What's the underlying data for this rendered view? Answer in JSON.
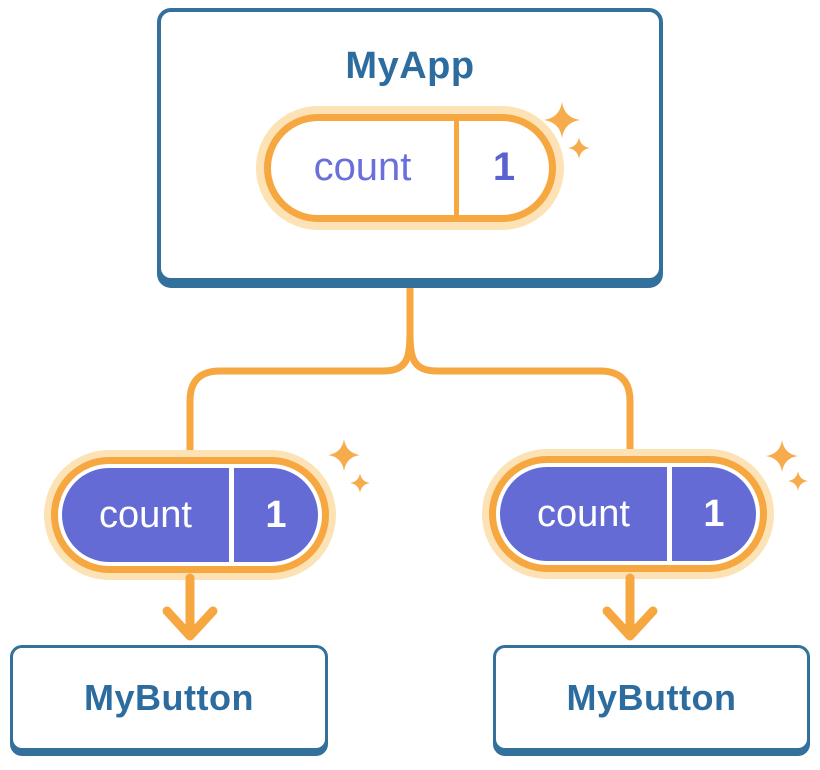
{
  "diagram": {
    "title_hint": "component tree with shared state",
    "root": {
      "title": "MyApp",
      "pill": {
        "label": "count",
        "value": "1"
      }
    },
    "children": [
      {
        "title": "MyButton",
        "pill": {
          "label": "count",
          "value": "1"
        }
      },
      {
        "title": "MyButton",
        "pill": {
          "label": "count",
          "value": "1"
        }
      }
    ],
    "icons": [
      "sparkle-icon",
      "arrow-down-icon"
    ],
    "colors": {
      "card_border": "#33709B",
      "card_text": "#2D6C9E",
      "orange": "#F6A740",
      "orange_halo": "#FCE2B5",
      "sparkle": "#F6AC4D",
      "purple": "#646BD5",
      "purple_text": "#6A6FDA",
      "white": "#FFFFFF"
    }
  }
}
